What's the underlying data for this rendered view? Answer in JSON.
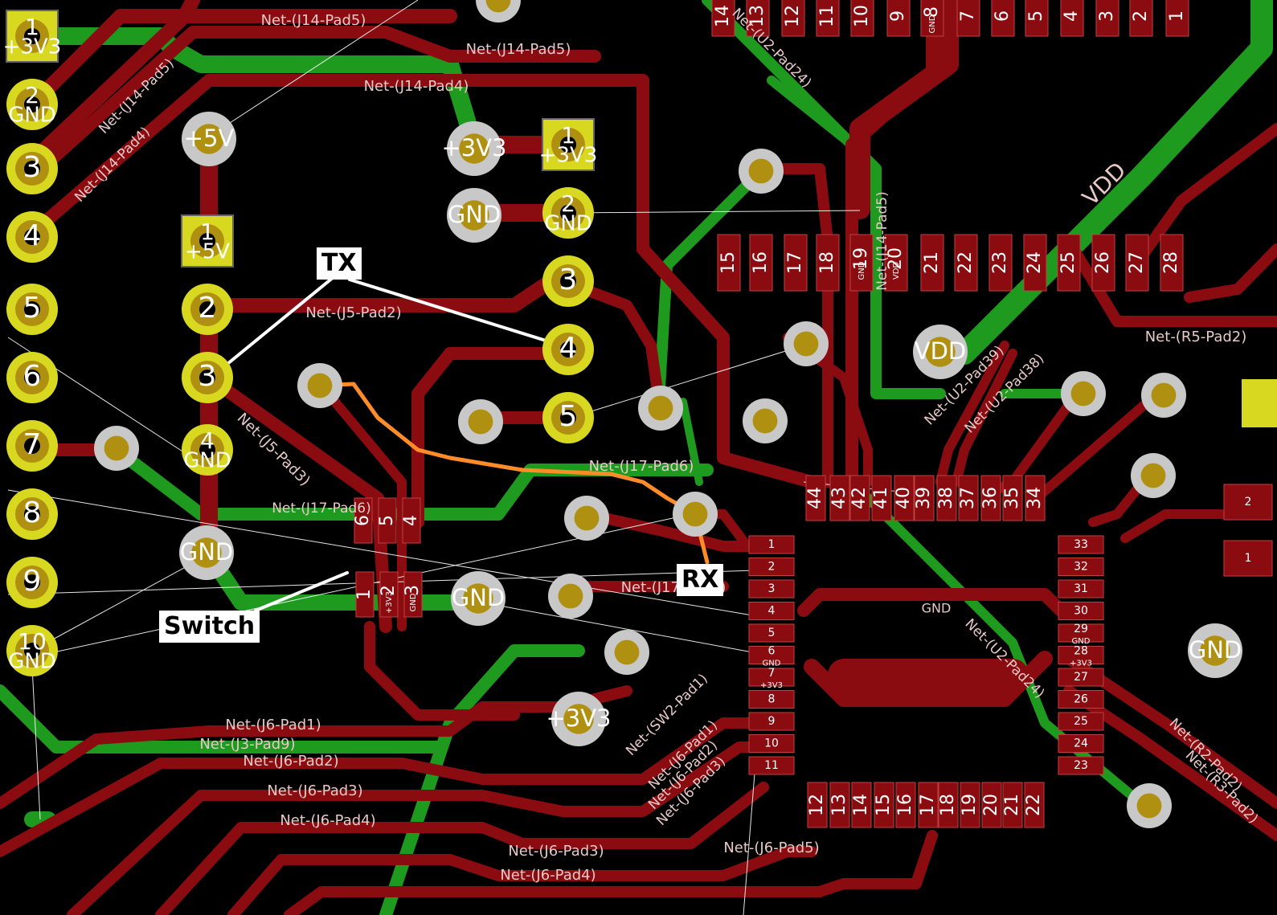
{
  "colors": {
    "background": "#000000",
    "copper_top": "#8b0c10",
    "copper_bottom": "#1e9a1e",
    "pad_gold": "#b09010",
    "pad_ring": "#c8c8c8",
    "pad_yellow": "#d8d820",
    "ratsnest": "#ffffff",
    "highlight": "#ff8c28",
    "net_label": "#e8c8c8"
  },
  "callouts": {
    "tx": "TX",
    "rx": "RX",
    "switch": "Switch"
  },
  "net_labels": [
    "Net-(J14-Pad5)",
    "Net-(J14-Pad5)",
    "Net-(J14-Pad4)",
    "Net-(J14-Pad5)",
    "Net-(J14-Pad4)",
    "Net-(J5-Pad2)",
    "Net-(J5-Pad3)",
    "Net-(J17-Pad6)",
    "Net-(J17-Pad6)",
    "Net-(J17-Pad5)",
    "Net-(J6-Pad1)",
    "Net-(J3-Pad9)",
    "Net-(J6-Pad2)",
    "Net-(J6-Pad3)",
    "Net-(J6-Pad4)",
    "Net-(J6-Pad3)",
    "Net-(J6-Pad4)",
    "Net-(J6-Pad5)",
    "Net-(SW2-Pad1)",
    "Net-(J6-Pad1)",
    "Net-(J6-Pad2)",
    "Net-(J6-Pad3)",
    "Net-(U2-Pad24)",
    "Net-(U2-Pad39)",
    "Net-(U2-Pad38)",
    "Net-(R5-Pad2)",
    "Net-(R2-Pad2)",
    "Net-(R3-Pad2)",
    "VDD",
    "GND",
    "Net-(U2-Pad24)",
    "Net-(J14-Pad5)"
  ],
  "header_left": {
    "pins": [
      {
        "num": "1",
        "net": "+3V3"
      },
      {
        "num": "2",
        "net": "GND"
      },
      {
        "num": "3",
        "net": ""
      },
      {
        "num": "4",
        "net": ""
      },
      {
        "num": "5",
        "net": ""
      },
      {
        "num": "6",
        "net": ""
      },
      {
        "num": "7",
        "net": ""
      },
      {
        "num": "8",
        "net": ""
      },
      {
        "num": "9",
        "net": ""
      },
      {
        "num": "10",
        "net": "GND"
      }
    ]
  },
  "header_j5": {
    "pins": [
      {
        "num": "1",
        "net": "+5V"
      },
      {
        "num": "2",
        "net": ""
      },
      {
        "num": "3",
        "net": ""
      },
      {
        "num": "4",
        "net": "GND"
      }
    ]
  },
  "header_j9": {
    "pins": [
      {
        "num": "1",
        "net": "+3V3"
      },
      {
        "num": "2",
        "net": "GND"
      },
      {
        "num": "3",
        "net": ""
      },
      {
        "num": "4",
        "net": ""
      },
      {
        "num": "5",
        "net": ""
      }
    ]
  },
  "power_vias": [
    "+5V",
    "+3V3",
    "GND",
    "GND",
    "GND",
    "+3V3",
    "VDD",
    "GND"
  ],
  "module_pins_top": [
    "15",
    "16",
    "17",
    "18",
    "19",
    "20",
    "21",
    "22",
    "23",
    "24",
    "25",
    "26",
    "27",
    "28"
  ],
  "module_pins_top_subs": [
    "",
    "",
    "",
    "",
    "GND",
    "VDD",
    "",
    "",
    "",
    "",
    "",
    "",
    "",
    ""
  ],
  "module_pins_mid": [
    "44",
    "43",
    "42",
    "41",
    "40",
    "39",
    "38",
    "37",
    "36",
    "35",
    "34"
  ],
  "module_pins_bottom": [
    "12",
    "13",
    "14",
    "15",
    "16",
    "17",
    "18",
    "19",
    "20",
    "21",
    "22"
  ],
  "module_pins_topright": [
    "14",
    "13",
    "12",
    "11",
    "10",
    "9",
    "8",
    "7",
    "6",
    "5",
    "4",
    "3",
    "2",
    "1"
  ],
  "module_pins_topright_subs": [
    "",
    "",
    "",
    "",
    "",
    "",
    "GND",
    "",
    "",
    "",
    "",
    "",
    "",
    ""
  ],
  "chip_left_pins": [
    {
      "num": "1",
      "sub": ""
    },
    {
      "num": "2",
      "sub": ""
    },
    {
      "num": "3",
      "sub": ""
    },
    {
      "num": "4",
      "sub": ""
    },
    {
      "num": "5",
      "sub": ""
    },
    {
      "num": "6",
      "sub": "GND"
    },
    {
      "num": "7",
      "sub": "+3V3"
    },
    {
      "num": "8",
      "sub": ""
    },
    {
      "num": "9",
      "sub": ""
    },
    {
      "num": "10",
      "sub": ""
    },
    {
      "num": "11",
      "sub": ""
    }
  ],
  "chip_right_pins": [
    {
      "num": "33",
      "sub": ""
    },
    {
      "num": "32",
      "sub": ""
    },
    {
      "num": "31",
      "sub": ""
    },
    {
      "num": "30",
      "sub": ""
    },
    {
      "num": "29",
      "sub": "GND"
    },
    {
      "num": "28",
      "sub": "+3V3"
    },
    {
      "num": "27",
      "sub": ""
    },
    {
      "num": "26",
      "sub": ""
    },
    {
      "num": "25",
      "sub": ""
    },
    {
      "num": "24",
      "sub": ""
    },
    {
      "num": "23",
      "sub": ""
    }
  ],
  "small_pads_a": [
    "6",
    "5",
    "4"
  ],
  "small_pads_b": [
    "1",
    "2",
    "3"
  ],
  "small_pads_b_subs": [
    "",
    "+3V3",
    "GND"
  ],
  "right_pads": [
    "2",
    "1"
  ]
}
